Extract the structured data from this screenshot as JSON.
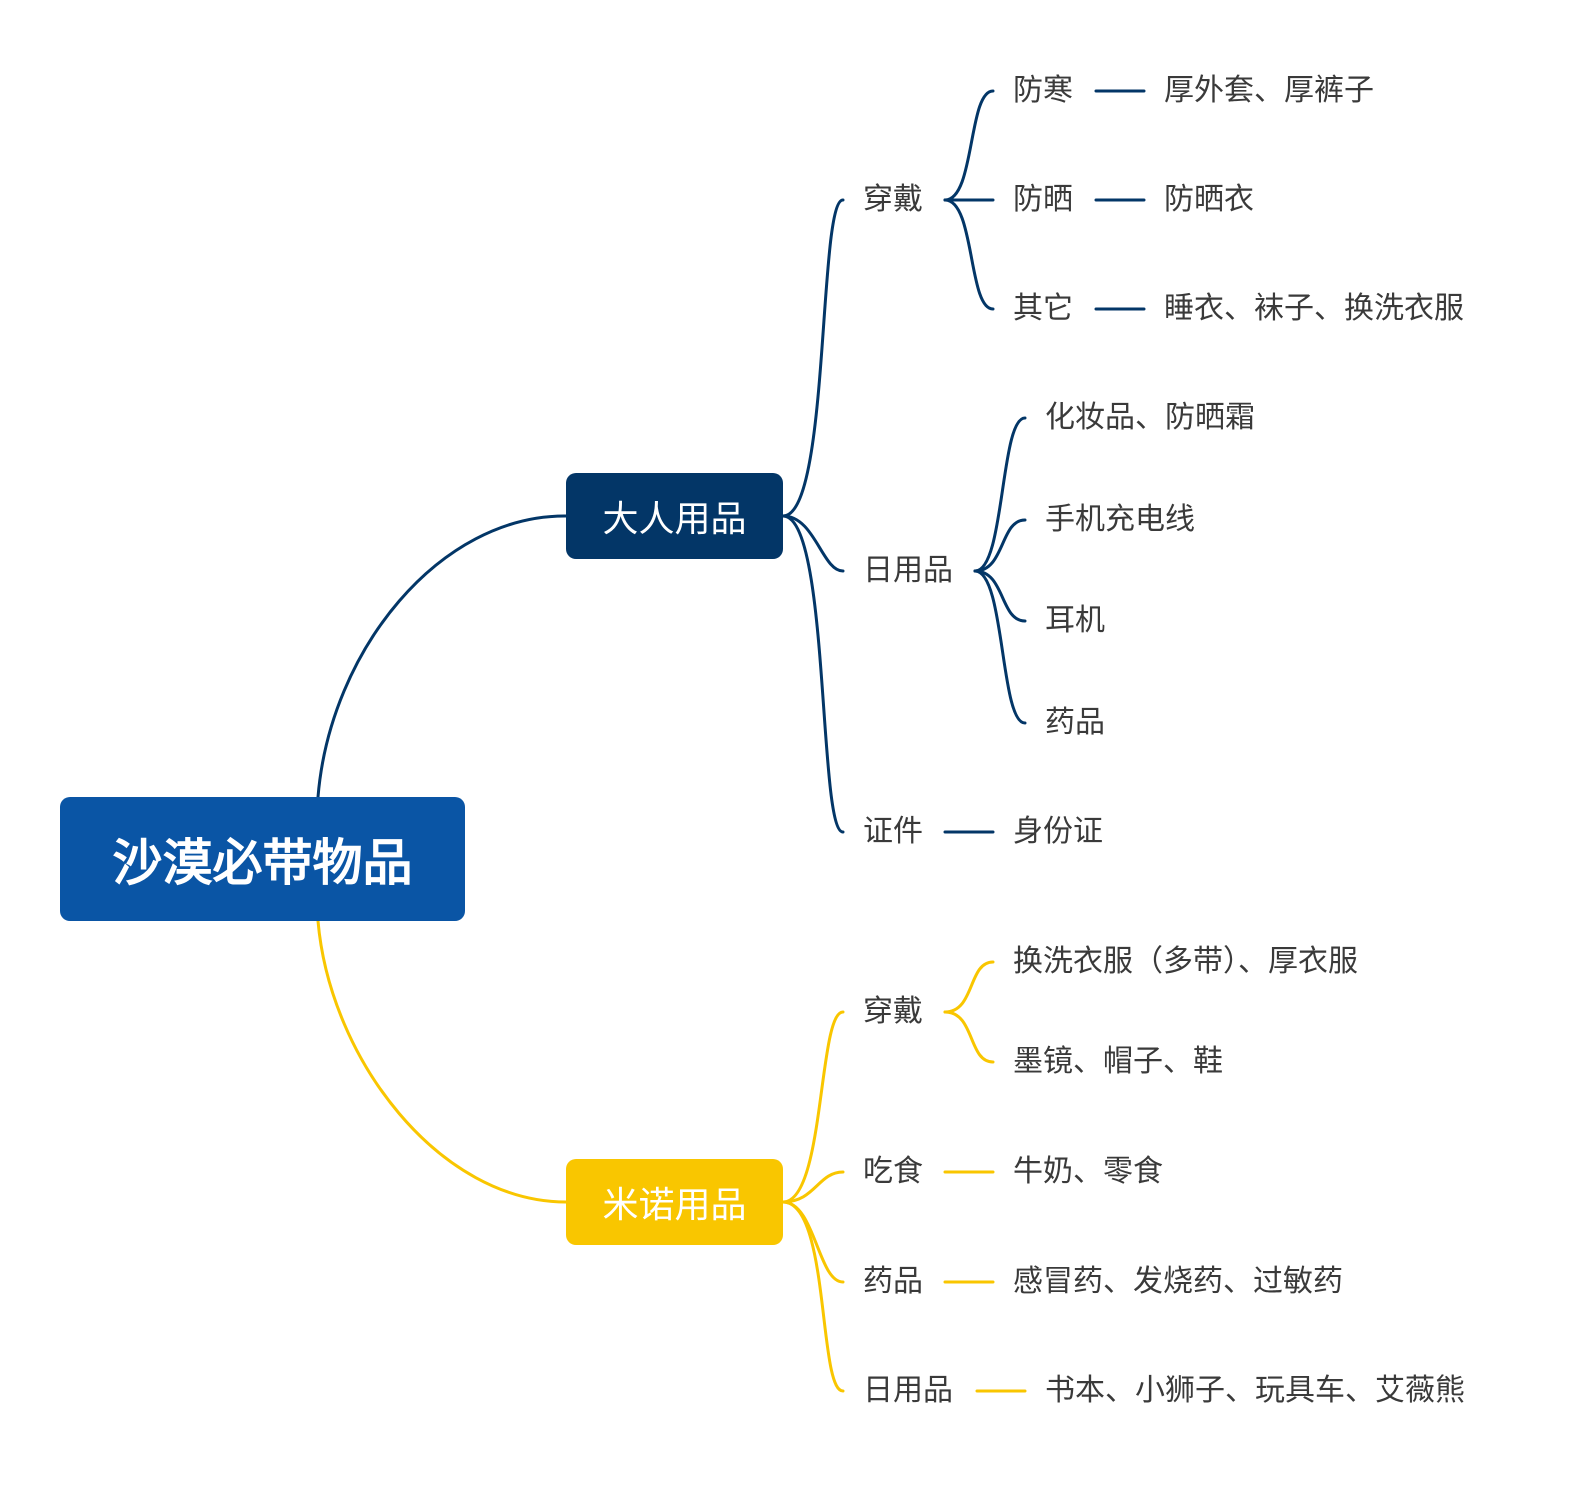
{
  "colors": {
    "root": "#0a55a5",
    "adult": "#033667",
    "kid": "#f9c600",
    "text": "#3a3a3a"
  },
  "root": {
    "label": "沙漠必带物品"
  },
  "adult": {
    "label": "大人用品",
    "wear": {
      "label": "穿戴",
      "cold": {
        "label": "防寒",
        "detail": "厚外套、厚裤子"
      },
      "sun": {
        "label": "防晒",
        "detail": "防晒衣"
      },
      "other": {
        "label": "其它",
        "detail": "睡衣、袜子、换洗衣服"
      }
    },
    "daily": {
      "label": "日用品",
      "items": [
        "化妆品、防晒霜",
        "手机充电线",
        "耳机",
        "药品"
      ]
    },
    "docs": {
      "label": "证件",
      "detail": "身份证"
    }
  },
  "kid": {
    "label": "米诺用品",
    "wear": {
      "label": "穿戴",
      "items": [
        "换洗衣服（多带）、厚衣服",
        "墨镜、帽子、鞋"
      ]
    },
    "food": {
      "label": "吃食",
      "detail": "牛奶、零食"
    },
    "medicine": {
      "label": "药品",
      "detail": "感冒药、发烧药、过敏药"
    },
    "daily": {
      "label": "日用品",
      "detail": "书本、小狮子、玩具车、艾薇熊"
    }
  }
}
